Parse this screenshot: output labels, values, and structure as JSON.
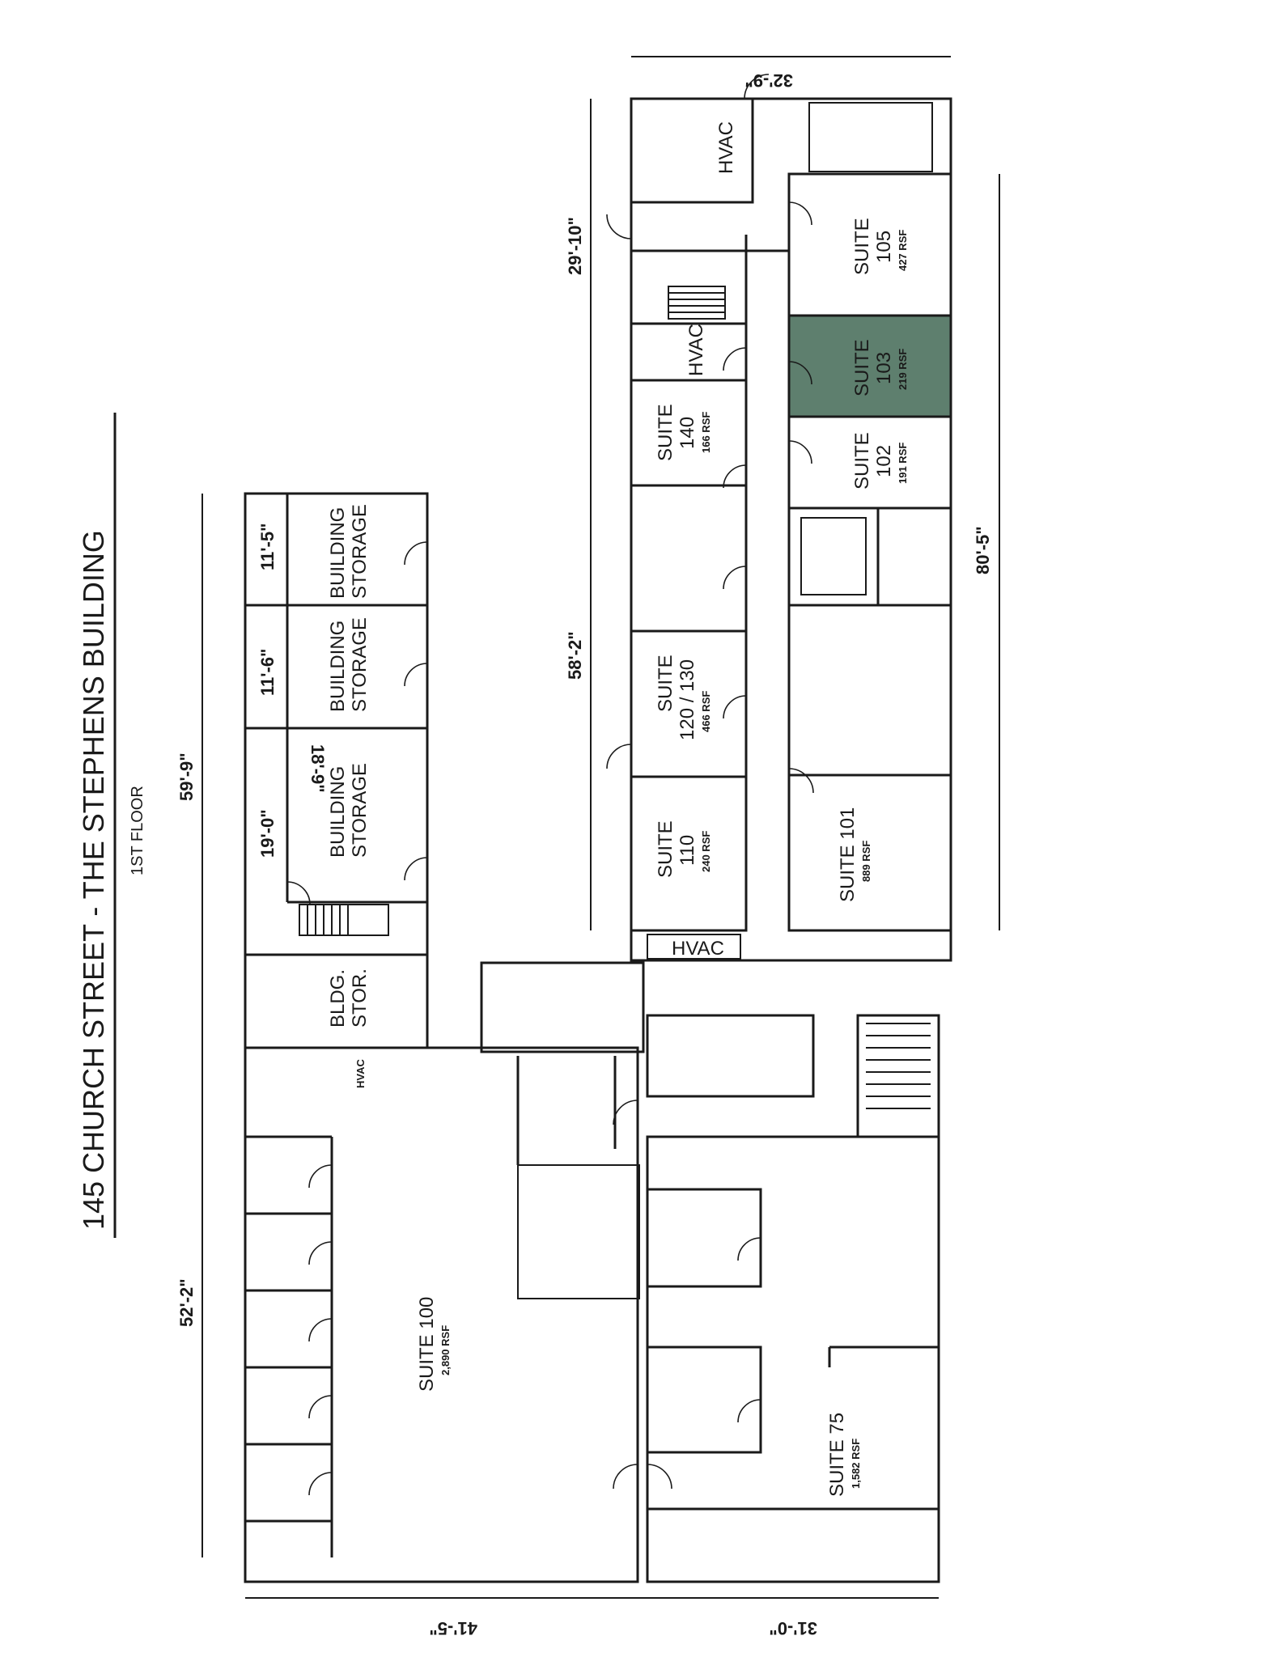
{
  "title": "145 CHURCH STREET - THE STEPHENS BUILDING",
  "subtitle": "1ST FLOOR",
  "highlight_color": "#5e7f6e",
  "suites": {
    "s105": {
      "name": "SUITE",
      "num": "105",
      "rsf": "427 RSF"
    },
    "s103": {
      "name": "SUITE",
      "num": "103",
      "rsf": "219 RSF"
    },
    "s102": {
      "name": "SUITE",
      "num": "102",
      "rsf": "191 RSF"
    },
    "s140": {
      "name": "SUITE",
      "num": "140",
      "rsf": "166 RSF"
    },
    "s120": {
      "name": "SUITE",
      "num": "120 / 130",
      "rsf": "466 RSF"
    },
    "s110": {
      "name": "SUITE",
      "num": "110",
      "rsf": "240 RSF"
    },
    "s101": {
      "name": "SUITE 101",
      "rsf": "889 RSF"
    },
    "s100": {
      "name": "SUITE 100",
      "rsf": "2,890 RSF"
    },
    "s75": {
      "name": "SUITE 75",
      "rsf": "1,582 RSF"
    }
  },
  "rooms": {
    "hvac": "HVAC",
    "bldg_storage_1a": "BUILDING",
    "bldg_storage_1b": "STORAGE",
    "bldg_stor_a": "BLDG.",
    "bldg_stor_b": "STOR."
  },
  "dimensions": {
    "d_32_9": "32'-9\"",
    "d_29_10": "29'-10\"",
    "d_58_2": "58'-2\"",
    "d_80_5": "80'-5\"",
    "d_59_9": "59'-9\"",
    "d_52_2": "52'-2\"",
    "d_11_5": "11'-5\"",
    "d_11_6": "11'-6\"",
    "d_18_9": "18'-9\"",
    "d_19_0": "19'-0\"",
    "d_41_5": "41'-5\"",
    "d_31_0": "31'-0\""
  }
}
